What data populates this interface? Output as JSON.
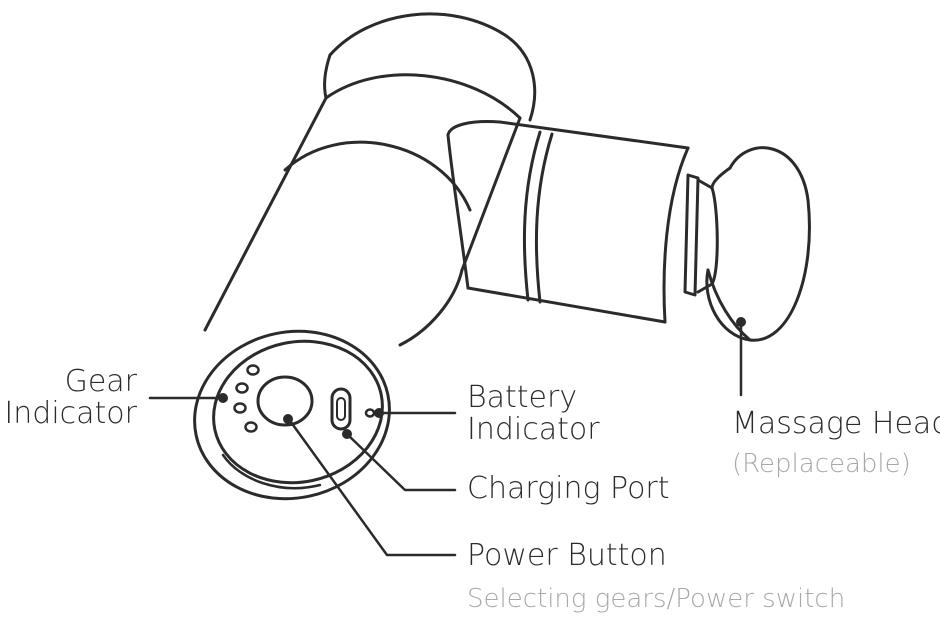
{
  "colors": {
    "line": "#2b2b2b",
    "label": "#2b2b2b",
    "sublabel": "#a8a8a8",
    "background": "#ffffff"
  },
  "labels": {
    "gear_indicator": {
      "line1": "Gear",
      "line2": "Indicator"
    },
    "battery_indicator": {
      "line1": "Battery",
      "line2": "Indicator"
    },
    "charging_port": {
      "text": "Charging Port"
    },
    "power_button": {
      "text": "Power Button",
      "sub": "Selecting gears/Power switch"
    },
    "massage_head": {
      "text": "Massage Head",
      "sub": "(Replaceable)"
    }
  }
}
